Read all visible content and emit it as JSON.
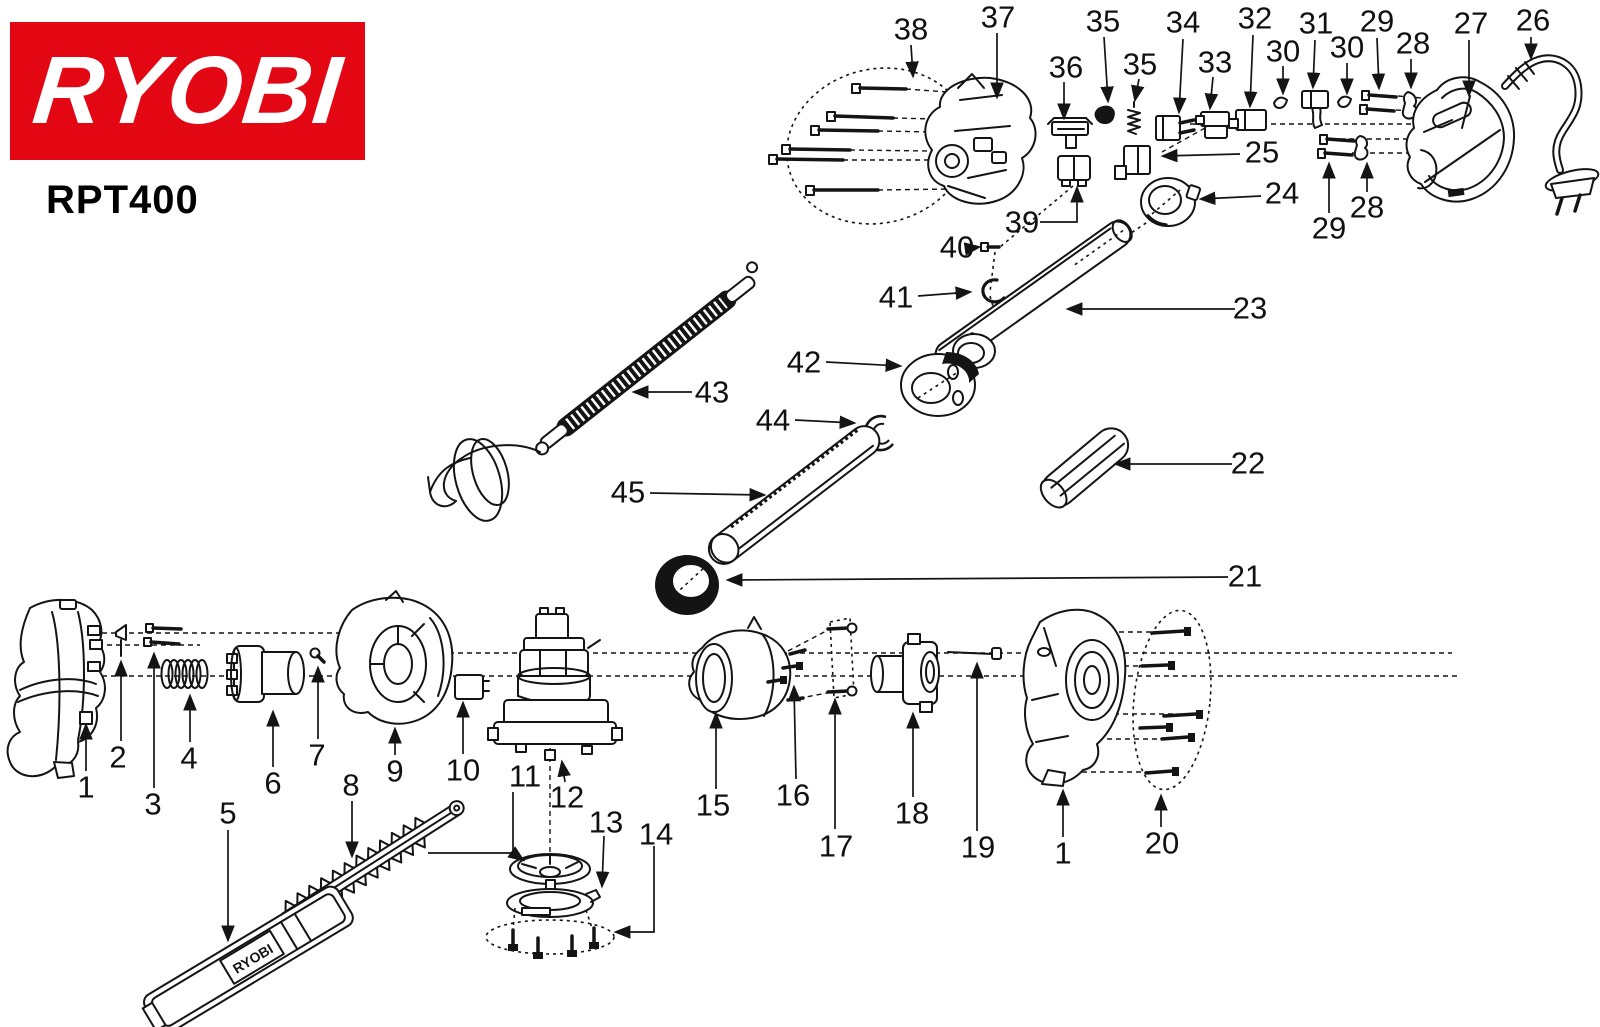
{
  "brand": {
    "logo_text": "RYOBI",
    "model": "RPT400",
    "logo_bg": "#e30613",
    "logo_fg": "#ffffff"
  },
  "sheath_imprint": "RYOBI",
  "colors": {
    "line": "#141414",
    "background": "#ffffff"
  },
  "callouts": {
    "n1a": "1",
    "n1b": "1",
    "n2": "2",
    "n3": "3",
    "n4": "4",
    "n5": "5",
    "n6": "6",
    "n7": "7",
    "n8": "8",
    "n9": "9",
    "n10": "10",
    "n11": "11",
    "n12": "12",
    "n13": "13",
    "n14": "14",
    "n15": "15",
    "n16": "16",
    "n17": "17",
    "n18": "18",
    "n19": "19",
    "n20": "20",
    "n21": "21",
    "n22": "22",
    "n23": "23",
    "n24": "24",
    "n25": "25",
    "n26": "26",
    "n27": "27",
    "n28a": "28",
    "n28b": "28",
    "n29a": "29",
    "n29b": "29",
    "n30a": "30",
    "n30b": "30",
    "n31": "31",
    "n32": "32",
    "n33": "33",
    "n34": "34",
    "n35a": "35",
    "n35b": "35",
    "n36": "36",
    "n37": "37",
    "n38": "38",
    "n39": "39",
    "n40": "40",
    "n41": "41",
    "n42": "42",
    "n43": "43",
    "n44": "44",
    "n45": "45"
  }
}
